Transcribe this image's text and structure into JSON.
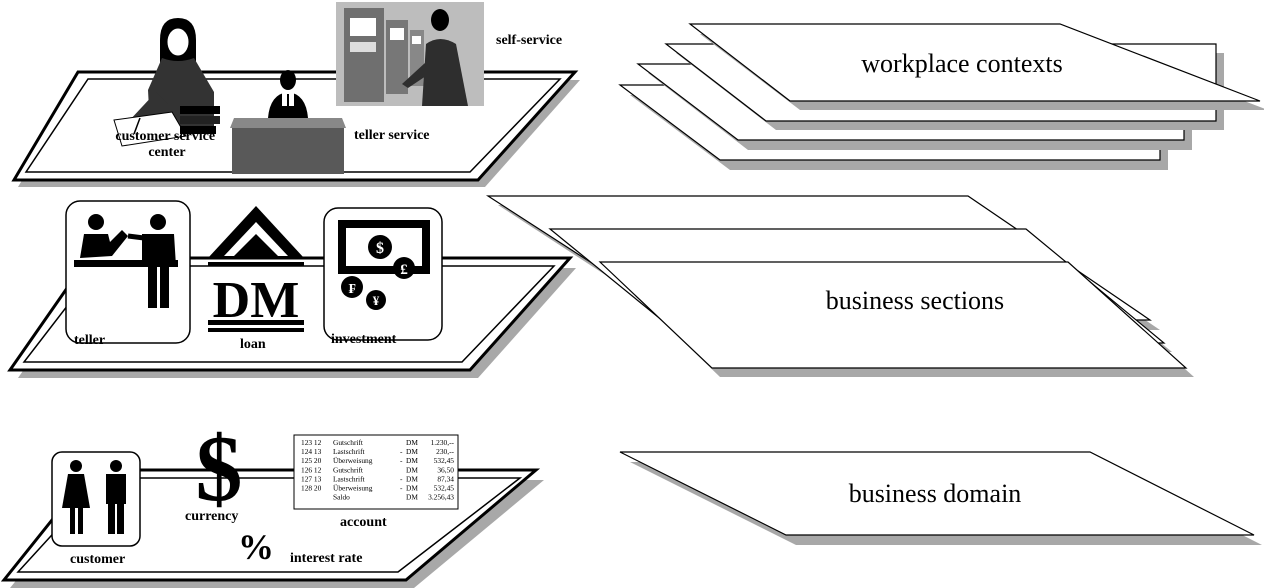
{
  "colors": {
    "shadow": "#a8a8a8",
    "stroke": "#000000",
    "fill": "#ffffff",
    "icon_dark": "#000000",
    "counter": "#595959",
    "photo_bg": "#bdbdbd"
  },
  "left_panels": {
    "workplace": {
      "labels": {
        "customer_service_center": "customer service\ncenter",
        "teller_service": "teller service",
        "self_service": "self-service"
      },
      "icons": [
        "clerk-at-desk-icon",
        "teller-at-counter-icon",
        "atm-with-customer-icon"
      ]
    },
    "business_sections": {
      "labels": {
        "teller": "teller",
        "loan": "loan",
        "investment": "investment"
      },
      "dm_text": "DM",
      "currency_symbols": [
        "$",
        "£",
        "₣",
        "¥"
      ],
      "icons": [
        "teller-service-icon",
        "bank-building-icon",
        "banknote-coins-icon"
      ]
    },
    "business_domain": {
      "labels": {
        "customer": "customer",
        "currency": "currency",
        "account": "account",
        "interest_rate": "interest rate"
      },
      "dollar_symbol": "$",
      "percent_symbol": "%",
      "icons": [
        "woman-man-icon",
        "dollar-icon",
        "account-statement-icon",
        "percent-icon"
      ],
      "account_rows": [
        {
          "code": "123 12",
          "text": "Gutschrift",
          "sign": "",
          "curr": "DM",
          "amount": "1.230,--"
        },
        {
          "code": "124 13",
          "text": "Lastschrift",
          "sign": "-",
          "curr": "DM",
          "amount": "230,--"
        },
        {
          "code": "125 20",
          "text": "Überweisung",
          "sign": "-",
          "curr": "DM",
          "amount": "532,45"
        },
        {
          "code": "126 12",
          "text": "Gutschrift",
          "sign": "",
          "curr": "DM",
          "amount": "36,50"
        },
        {
          "code": "127 13",
          "text": "Lastschrift",
          "sign": "-",
          "curr": "DM",
          "amount": "87,34"
        },
        {
          "code": "128 20",
          "text": "Überweisung",
          "sign": "-",
          "curr": "DM",
          "amount": "532,45"
        },
        {
          "code": "",
          "text": "Saldo",
          "sign": "",
          "curr": "DM",
          "amount": "3.256,43"
        }
      ]
    }
  },
  "right_layers": {
    "workplace_contexts": {
      "label": "workplace contexts",
      "planes": 4
    },
    "business_sections": {
      "label": "business sections",
      "planes": 3
    },
    "business_domain": {
      "label": "business domain",
      "planes": 1
    }
  }
}
